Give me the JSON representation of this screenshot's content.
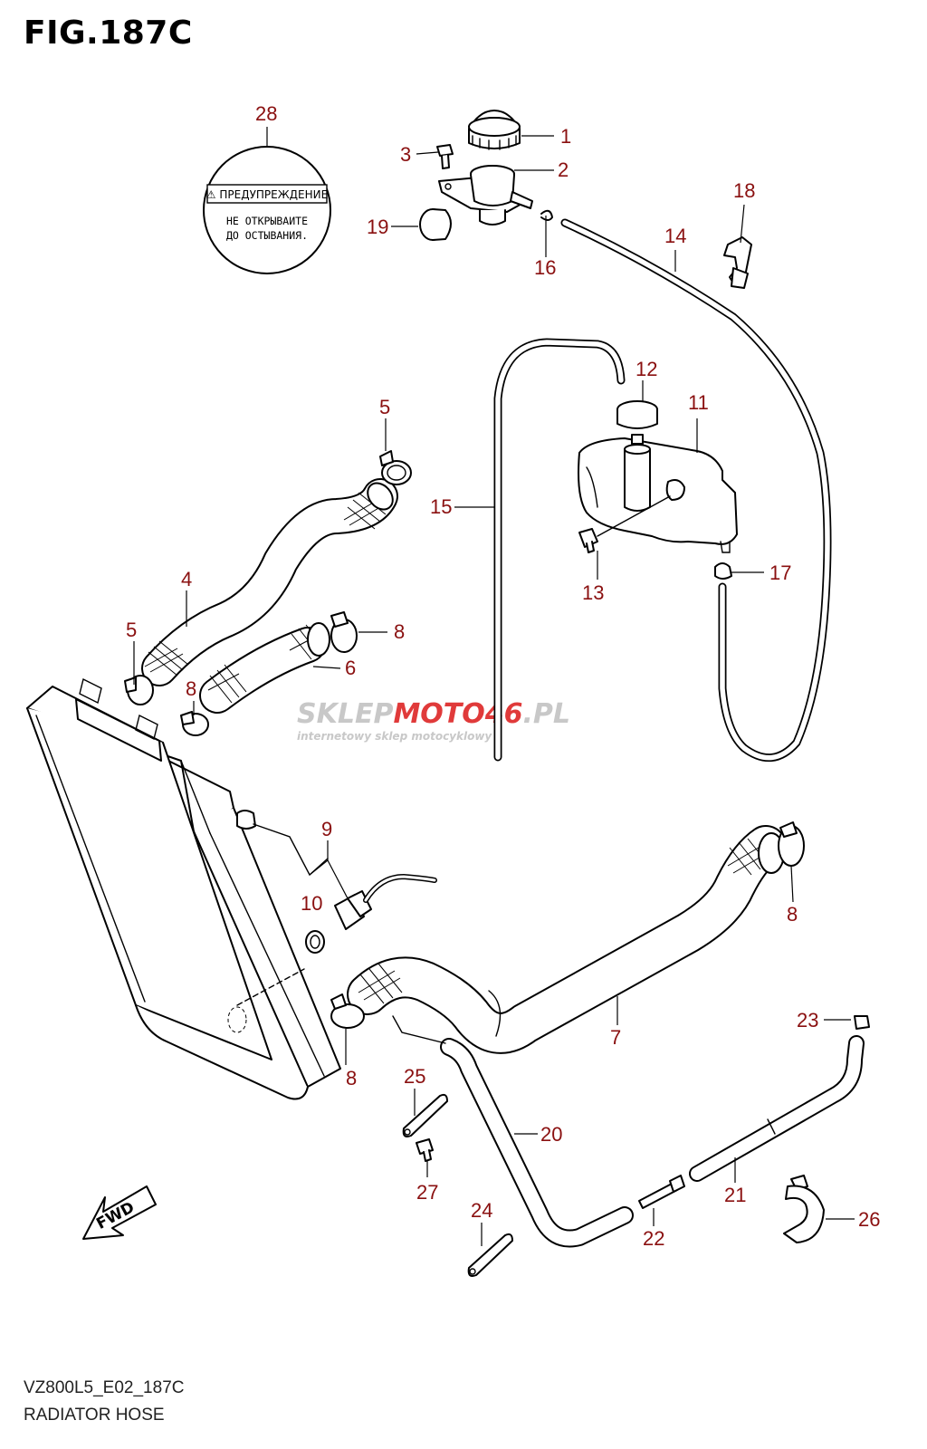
{
  "figure": {
    "title": "FIG.187C",
    "model_code": "VZ800L5_E02_187C",
    "section_name": "RADIATOR HOSE"
  },
  "warning_label": {
    "line1": "⚠ ПРЕДУПРЕЖДЕНИЕ",
    "line2": "НЕ ОТКРЫВАИТЕ",
    "line3": "ДО ОСТЫВАНИЯ."
  },
  "fwd_label": "FWD",
  "watermark": {
    "brand_a": "SKLEP",
    "brand_b": "MOTO",
    "brand_c": "46",
    "brand_d": ".PL",
    "tagline": "internetowy sklep motocyklowy"
  },
  "callouts": [
    "1",
    "2",
    "3",
    "4",
    "5",
    "5",
    "6",
    "7",
    "8",
    "8",
    "8",
    "8",
    "9",
    "10",
    "11",
    "12",
    "13",
    "14",
    "15",
    "16",
    "17",
    "18",
    "19",
    "20",
    "21",
    "22",
    "23",
    "24",
    "25",
    "26",
    "27",
    "28"
  ],
  "colors": {
    "callout": "#8a1010",
    "line": "#000000",
    "watermark_grey": "#c8c8c8",
    "watermark_red": "#e03a3a"
  }
}
